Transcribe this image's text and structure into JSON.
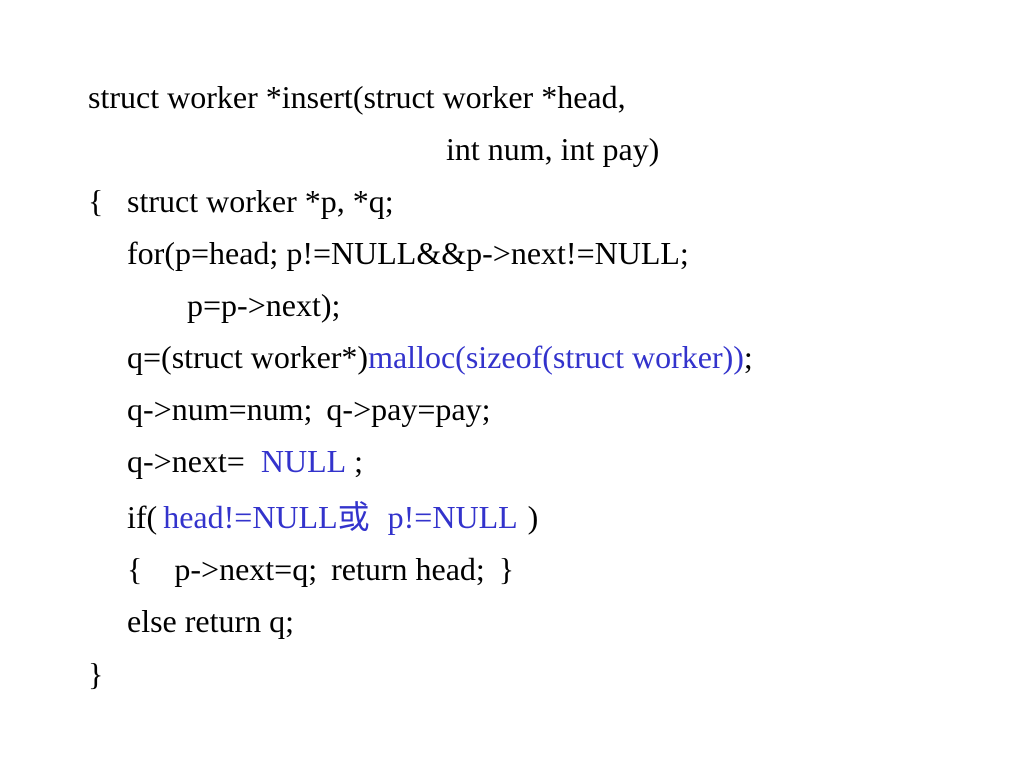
{
  "slide": {
    "lines": {
      "l1": "struct worker *insert(struct worker *head,",
      "l2": "int num, int pay)",
      "l3_brace": "{",
      "l3_code": "struct worker *p, *q;",
      "l4": "for(p=head; p!=NULL&&p->next!=NULL;",
      "l5": "p=p->next);",
      "l6_prefix": "q=(struct worker*)",
      "l6_answer": "malloc(sizeof(struct worker))",
      "l6_suffix": ";",
      "l7_a": "q->num=num;",
      "l7_b": "q->pay=pay;",
      "l8_prefix": "q->next=",
      "l8_answer": "NULL",
      "l8_suffix": ";",
      "l9_prefix": "if(",
      "l9_answer_a": "head!=NULL或",
      "l9_answer_b": "p!=NULL",
      "l9_suffix": ")",
      "l10_open": "{",
      "l10_a": "p->next=q;",
      "l10_b": "return head;",
      "l10_close": "}",
      "l11": "else return q;",
      "l12": "}"
    },
    "colors": {
      "code": "#000000",
      "answer": "#3333cc",
      "background": "#ffffff"
    }
  }
}
